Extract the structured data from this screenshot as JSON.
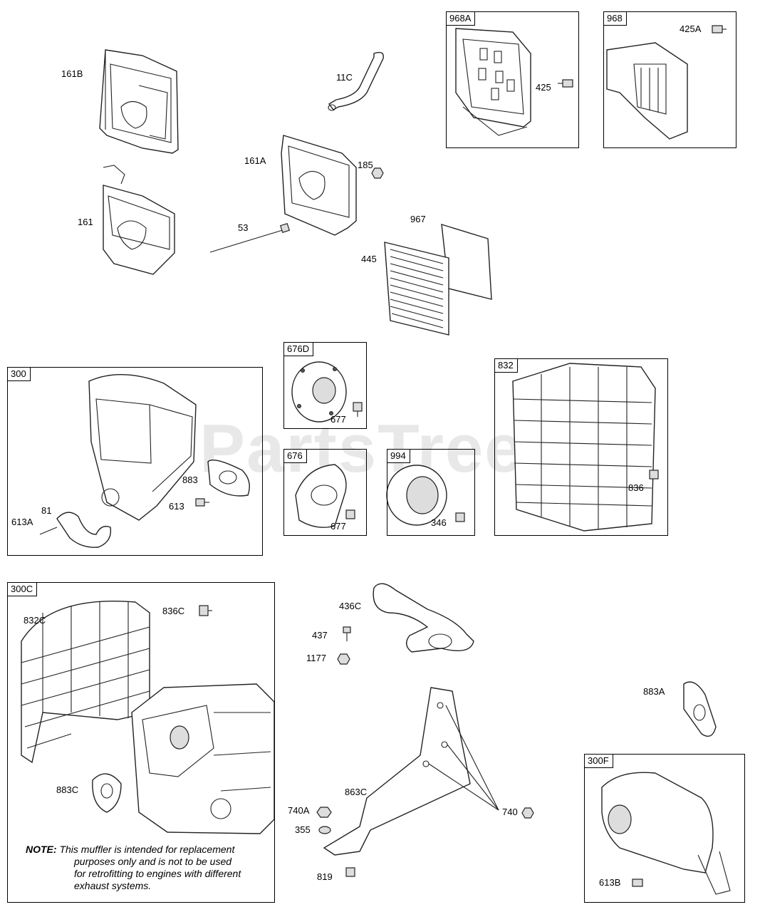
{
  "watermark": "PartsTree",
  "boxes": {
    "b968a": "968A",
    "b968": "968",
    "b676d": "676D",
    "b300": "300",
    "b832": "832",
    "b676": "676",
    "b994": "994",
    "b300c": "300C",
    "b300f": "300F"
  },
  "labels": {
    "l161b": "161B",
    "l11c": "11C",
    "l425": "425",
    "l425a": "425A",
    "l161a": "161A",
    "l185": "185",
    "l161": "161",
    "l53": "53",
    "l967": "967",
    "l445": "445",
    "l677a": "677",
    "l883": "883",
    "l613": "613",
    "l81": "81",
    "l613a": "613A",
    "l677b": "677",
    "l346": "346",
    "l836": "836",
    "l836c": "836C",
    "l832c": "832C",
    "l436c": "436C",
    "l437": "437",
    "l1177": "1177",
    "l883a": "883A",
    "l740": "740",
    "l863c": "863C",
    "l883c": "883C",
    "l740a": "740A",
    "l355": "355",
    "l819": "819",
    "l613b": "613B"
  },
  "note": {
    "prefix": "NOTE:",
    "line1": "This muffler is intended for replacement",
    "line2": "purposes only and is not to be used",
    "line3": "for retrofitting to engines with different",
    "line4": "exhaust systems."
  }
}
